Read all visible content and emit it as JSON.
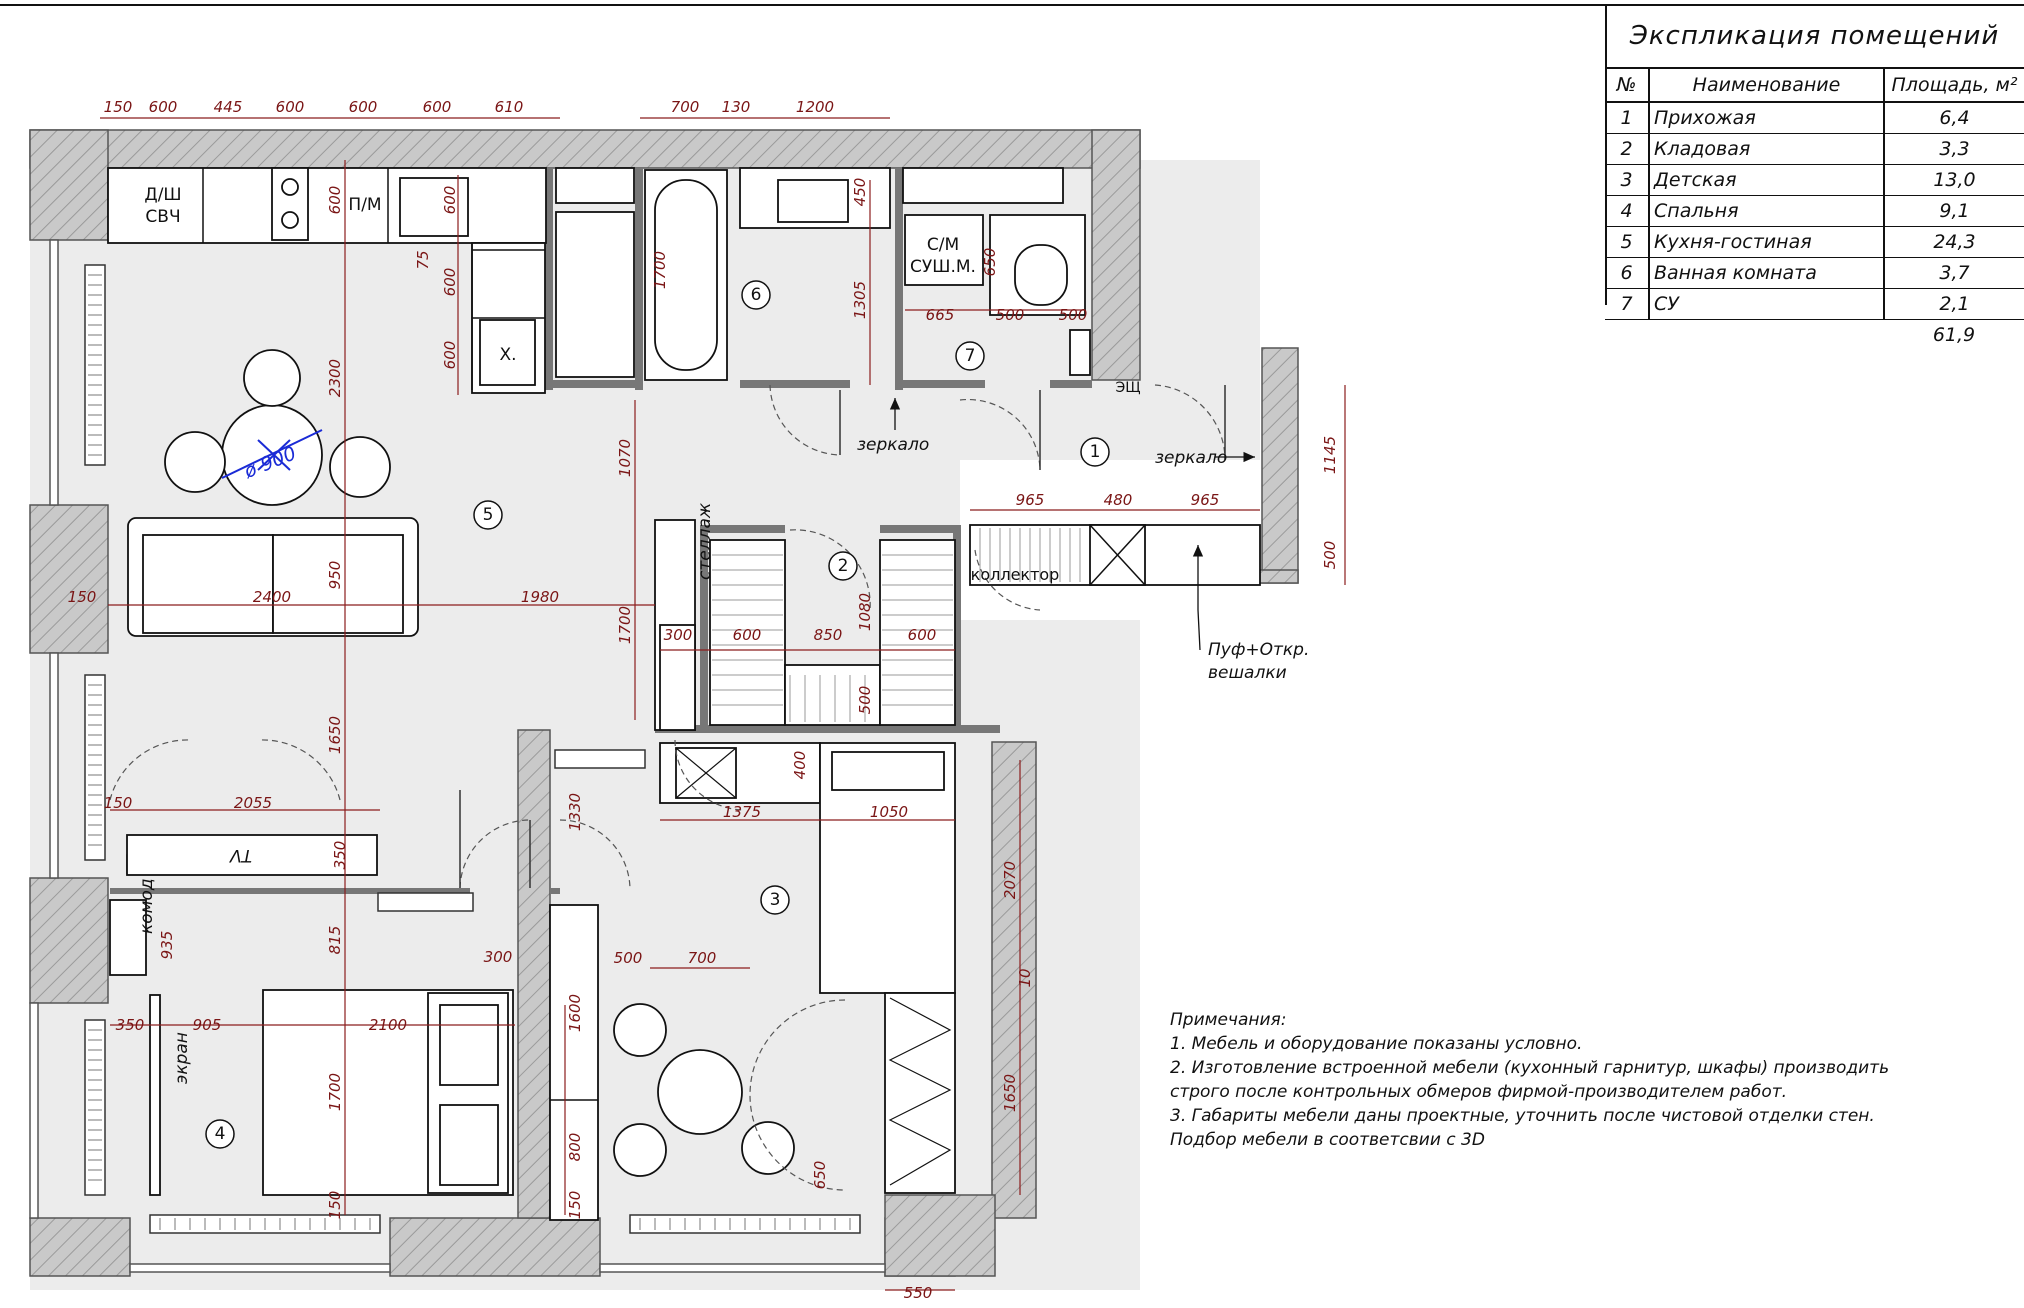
{
  "explication": {
    "title": "Экспликация помещений",
    "headers": {
      "num": "№",
      "name": "Наименование",
      "area": "Площадь, м²"
    },
    "rows": [
      {
        "num": "1",
        "name": "Прихожая",
        "area": "6,4"
      },
      {
        "num": "2",
        "name": "Кладовая",
        "area": "3,3"
      },
      {
        "num": "3",
        "name": "Детская",
        "area": "13,0"
      },
      {
        "num": "4",
        "name": "Спальня",
        "area": "9,1"
      },
      {
        "num": "5",
        "name": "Кухня-гостиная",
        "area": "24,3"
      },
      {
        "num": "6",
        "name": "Ванная комната",
        "area": "3,7"
      },
      {
        "num": "7",
        "name": "СУ",
        "area": "2,1"
      }
    ],
    "total": "61,9"
  },
  "notes": {
    "title": "Примечания:",
    "lines": [
      "1. Мебель и оборудование показаны условно.",
      "2. Изготовление встроенной мебели (кухонный гарнитур, шкафы) производить",
      "строго после контрольных обмеров фирмой-производителем работ.",
      "3. Габариты мебели даны проектные, уточнить после чистовой отделки стен.",
      "Подбор мебели в соответсвии с 3D"
    ]
  },
  "plan": {
    "room_markers": [
      "1",
      "2",
      "3",
      "4",
      "5",
      "6",
      "7"
    ],
    "labels": {
      "dw_mw": [
        "Д/Ш",
        "СВЧ"
      ],
      "pm": "П/М",
      "fridge": "Х.",
      "washer": [
        "С/М",
        "СУШ.М."
      ],
      "mirror1": "зеркало",
      "mirror2": "зеркало",
      "collector": "коллектор",
      "shelf": "стеллаж",
      "puf": [
        "Пуф+Откр.",
        "вешалки"
      ],
      "dresser": "комод",
      "screen": "экран",
      "tv": "TV",
      "esch": "ЭЩ",
      "diam": "ø 900"
    },
    "dims": {
      "top_kitchen": [
        "150",
        "600",
        "445",
        "600",
        "600",
        "600",
        "610"
      ],
      "top_bath": [
        "700",
        "130",
        "1200"
      ],
      "bath_v": [
        "450",
        "1305",
        "1700"
      ],
      "wc_h": [
        "665",
        "500",
        "500"
      ],
      "wc_v": "650",
      "kitchen_v": [
        "600",
        "600",
        "75",
        "600",
        "600",
        "2300"
      ],
      "hall_h": [
        "965",
        "480",
        "965"
      ],
      "hall_v": [
        "1145",
        "500"
      ],
      "living_h": [
        "150",
        "2400",
        "1980"
      ],
      "living_v": [
        "950",
        "1070",
        "1650",
        "1700"
      ],
      "storage_h": [
        "300",
        "600",
        "850",
        "600"
      ],
      "storage_v": [
        "1080",
        "500"
      ],
      "tv_row": [
        "150",
        "2055",
        "350"
      ],
      "child_h": [
        "1375",
        "1050",
        "400",
        "500",
        "700"
      ],
      "child_v": [
        "1330",
        "2070",
        "10",
        "1650",
        "1600",
        "800",
        "650",
        "150"
      ],
      "bed_h": [
        "350",
        "905",
        "2100",
        "300"
      ],
      "bed_v": [
        "935",
        "815",
        "1700",
        "150"
      ],
      "bottom": "550"
    }
  }
}
